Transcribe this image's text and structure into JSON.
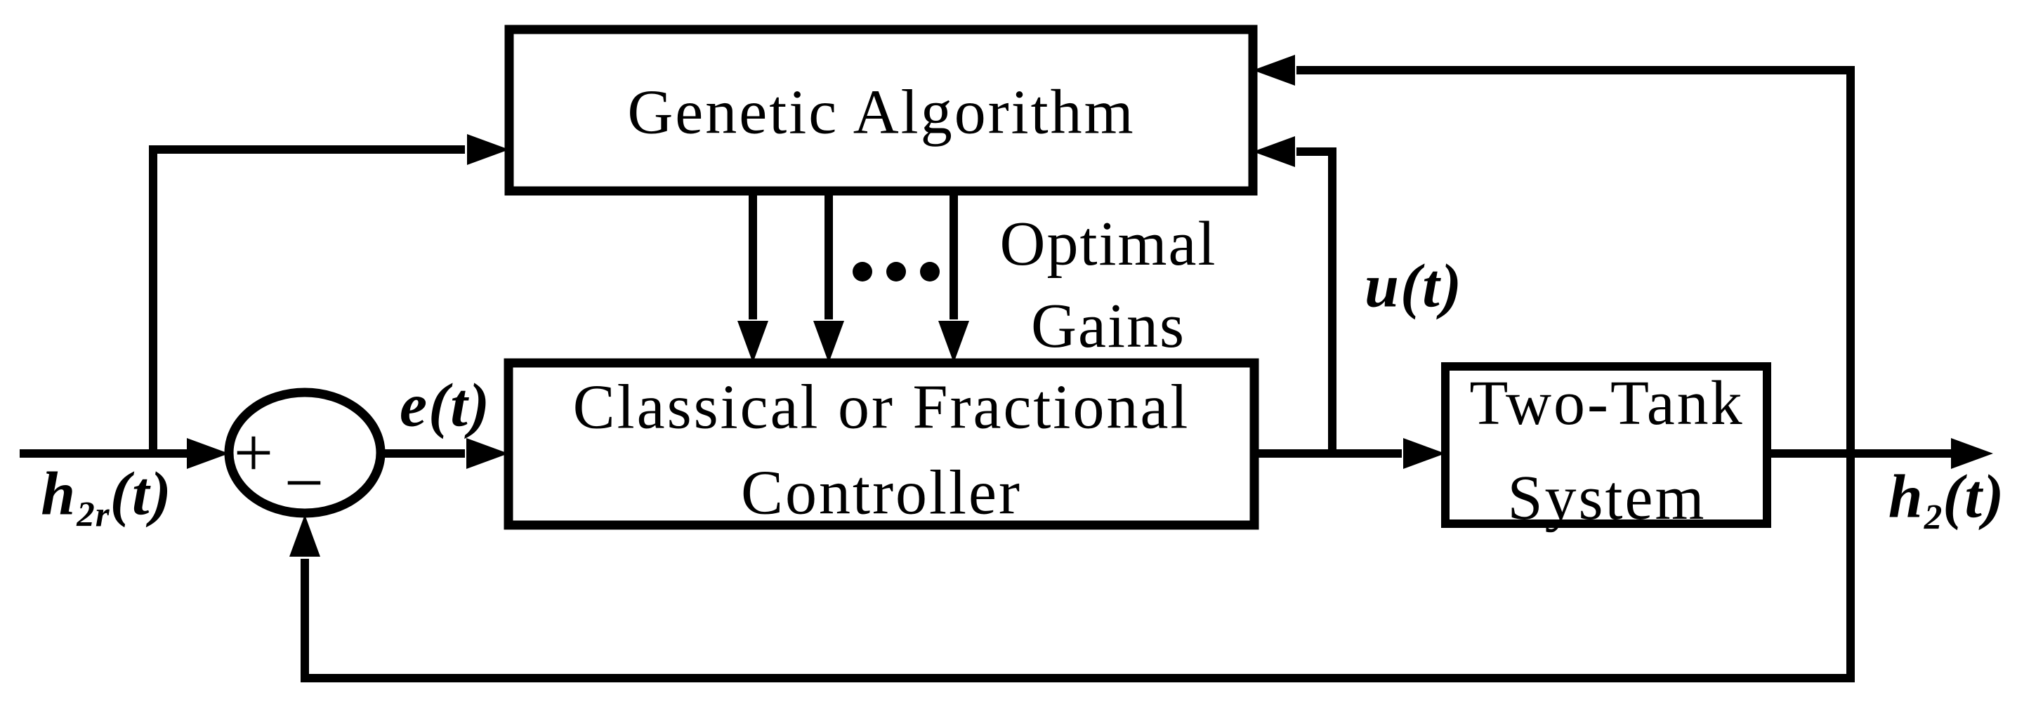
{
  "figure": {
    "type": "control-system-block-diagram",
    "background_color": "#ffffff",
    "ink_color": "#000000"
  },
  "blocks": {
    "genetic_algorithm": {
      "label": "Genetic Algorithm"
    },
    "controller": {
      "line1": "Classical or Fractional",
      "line2": "Controller"
    },
    "two_tank": {
      "line1": "Two-Tank",
      "line2": "System"
    }
  },
  "summing_junction": {
    "plus_label": "+",
    "minus_label": "−"
  },
  "signal_labels": {
    "reference": {
      "base": "h",
      "sub": "2r",
      "args": "(t)"
    },
    "error": {
      "base": "e",
      "args": "(t)"
    },
    "control": {
      "base": "u",
      "args": "(t)"
    },
    "output": {
      "base": "h",
      "sub": "2",
      "args": "(t)"
    }
  },
  "annotations": {
    "optimal_gains": {
      "line1": "Optimal",
      "line2": "Gains"
    }
  },
  "icons": {
    "ellipsis_dots": "three-dots-between-gain-arrows"
  }
}
